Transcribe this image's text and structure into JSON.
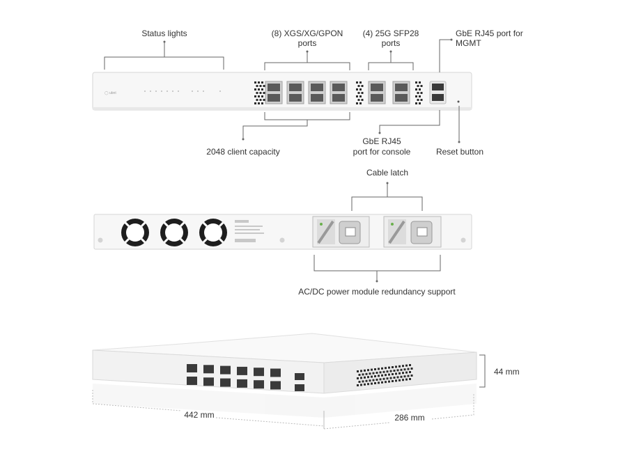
{
  "callouts": {
    "status_lights": "Status lights",
    "xgs_ports_line1": "(8) XGS/XG/GPON",
    "xgs_ports_line2": "ports",
    "sfp28_line1": "(4) 25G SFP28",
    "sfp28_line2": "ports",
    "mgmt_line1": "GbE RJ45 port for",
    "mgmt_line2": "MGMT",
    "client_capacity": "2048 client capacity",
    "console_line1": "GbE RJ45",
    "console_line2": "port for console",
    "reset_button": "Reset button",
    "cable_latch": "Cable latch",
    "power_redundancy": "AC/DC power module redundancy support"
  },
  "dimensions": {
    "height": "44 mm",
    "width": "442 mm",
    "depth": "286 mm"
  },
  "colors": {
    "chassis": "#f6f6f6",
    "chassis_edge": "#d9d9d9",
    "port_dark": "#3a3a3a",
    "port_light": "#9a9a9a",
    "leader": "#666666"
  }
}
